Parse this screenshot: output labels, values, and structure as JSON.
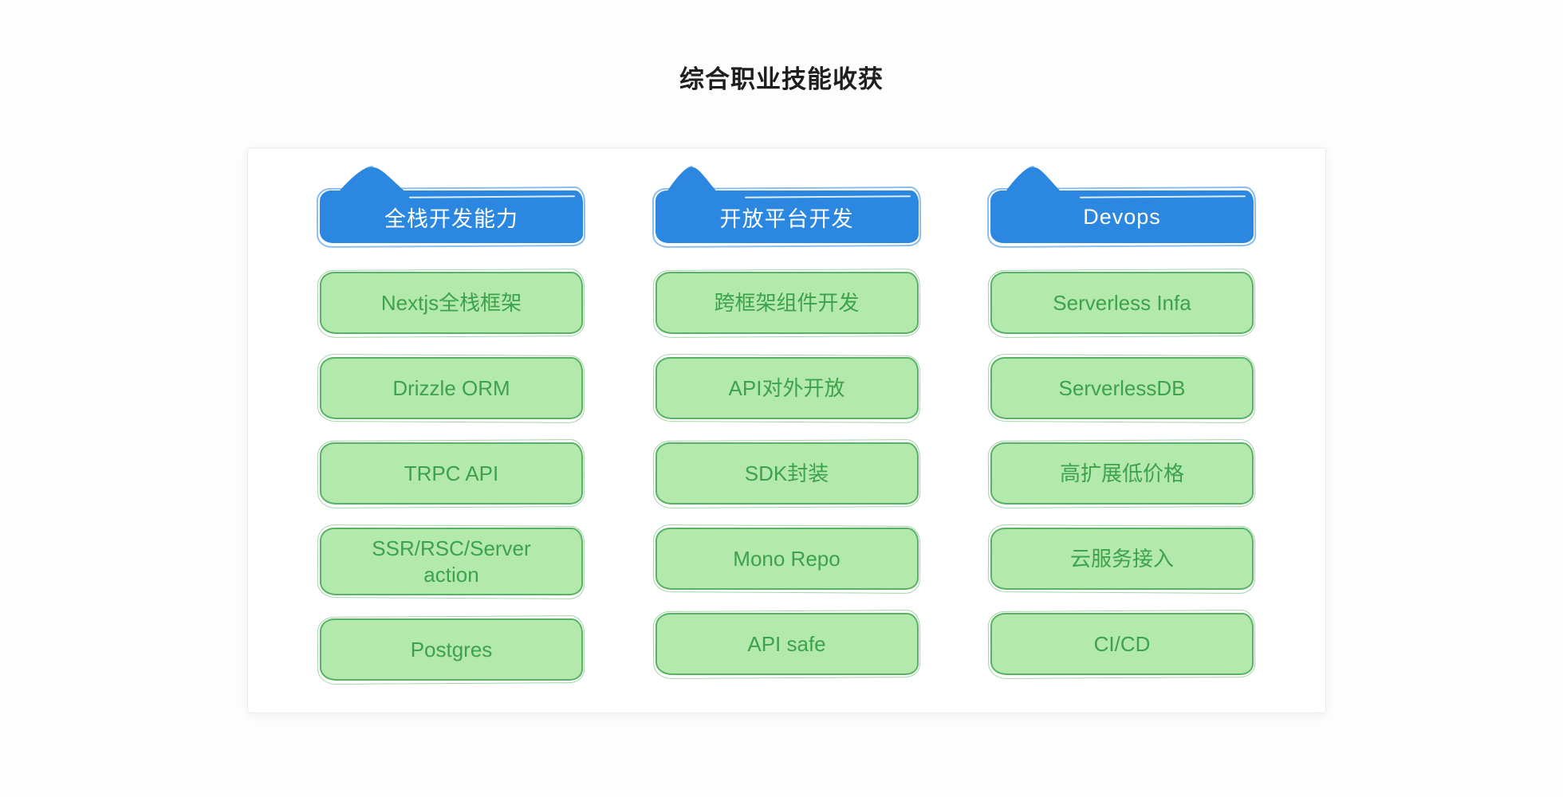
{
  "page": {
    "title": "综合职业技能收获"
  },
  "colors": {
    "header_bg": "#2b87e0",
    "header_text": "#ffffff",
    "box_bg": "#b4e9ad",
    "box_border": "#57b263",
    "box_text": "#3ca24c",
    "card_bg": "#ffffff",
    "card_border": "#ececec",
    "title_text": "#1e1e1e",
    "page_bg": "#fdfdfd"
  },
  "columns": [
    {
      "header": "全栈开发能力",
      "items": [
        "Nextjs全栈框架",
        "Drizzle ORM",
        "TRPC API",
        "SSR/RSC/Server action",
        "Postgres"
      ]
    },
    {
      "header": "开放平台开发",
      "items": [
        "跨框架组件开发",
        "API对外开放",
        "SDK封装",
        "Mono Repo",
        "API safe"
      ]
    },
    {
      "header": "Devops",
      "items": [
        "Serverless Infa",
        "ServerlessDB",
        "高扩展低价格",
        "云服务接入",
        "CI/CD"
      ]
    }
  ]
}
